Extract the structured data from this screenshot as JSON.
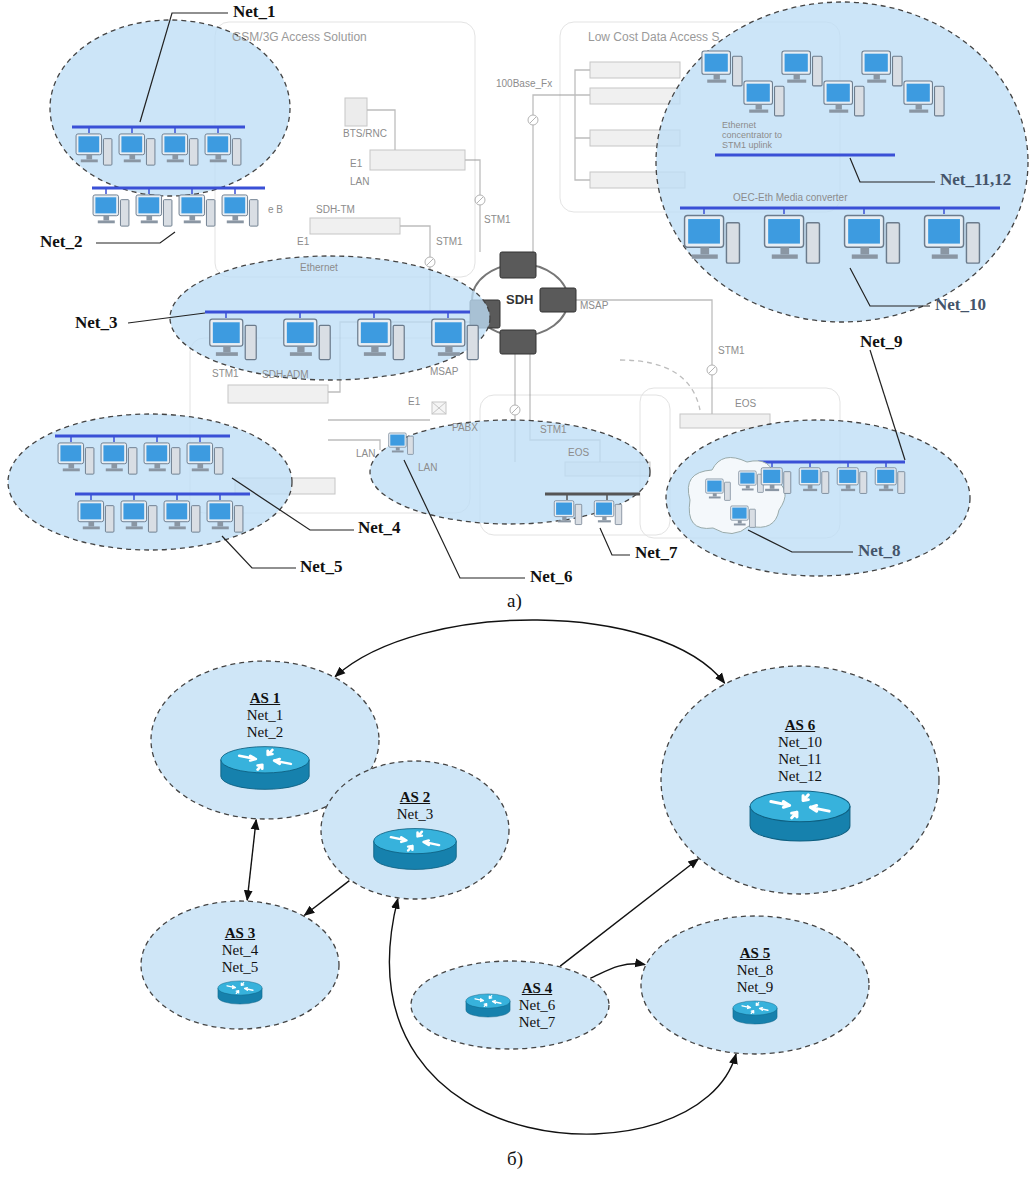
{
  "diagram": {
    "nodes": [
      {
        "text": [
          "AS 1",
          "Net_1",
          "Net_2"
        ]
      },
      {
        "text": [
          "AS 6",
          "Net_10",
          "Net_11",
          "Net_12"
        ]
      },
      {
        "text": [
          "AS 2",
          "Net_3"
        ]
      },
      {
        "text": [
          "AS 3",
          "Net_4",
          "Net_5"
        ]
      },
      {
        "text": [
          "AS 4",
          "Net_6",
          "Net_7"
        ]
      },
      {
        "text": [
          "AS 5",
          "Net_8",
          "Net_9"
        ]
      }
    ],
    "edges": [
      {
        "from": 0,
        "to": 1,
        "arrow": "both"
      },
      {
        "from": 0,
        "to": 3,
        "arrow": "both"
      },
      {
        "from": 2,
        "to": 3,
        "arrow": "to"
      },
      {
        "from": 4,
        "to": 1,
        "arrow": "to"
      },
      {
        "from": 4,
        "to": 5,
        "arrow": "to"
      },
      {
        "from": 2,
        "to": 5,
        "arrow": "both"
      }
    ],
    "labels": [
      "Net_1",
      "Net_2",
      "Net_3",
      "Net_4",
      "Net_5",
      "Net_6",
      "Net_7",
      "Net_8",
      "Net_9",
      "Net_10",
      "Net_11,12",
      "а)",
      "б)",
      "GSM/3G Access Solution",
      "BTS/RNC",
      "E1",
      "LAN",
      "e B",
      "SDH-TM",
      "STM1",
      "E1",
      "Ethernet",
      "STM1",
      "STM1",
      "MSAP",
      "SDH-ADM",
      "E1",
      "PABX",
      "LAN",
      "LAN",
      "100Base_Fx",
      "Low Cost Data Access S",
      "Ethernet concentrator to STM1 uplink",
      "OEC-Eth Media converter",
      "SDH",
      "MSAP",
      "STM1",
      "STM1",
      "EOS",
      "EOS"
    ]
  }
}
